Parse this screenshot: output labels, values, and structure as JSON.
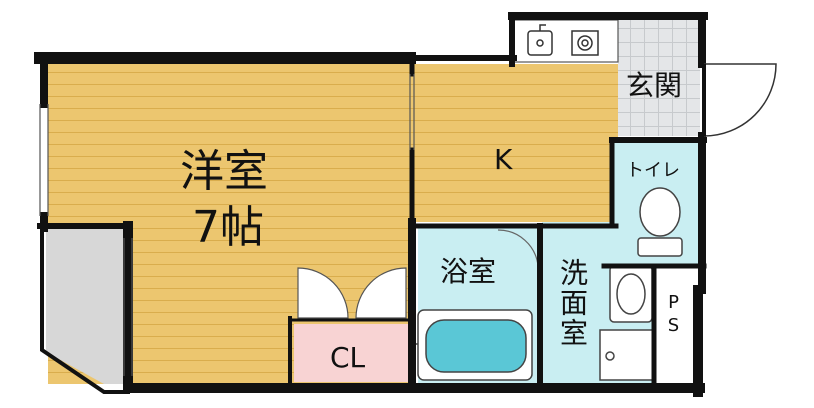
{
  "floorplan": {
    "rooms": {
      "western_room": {
        "label": "洋室",
        "size": "7帖"
      },
      "kitchen": {
        "label": "K"
      },
      "entrance": {
        "label": "玄関"
      },
      "toilet": {
        "label": "トイレ"
      },
      "bathroom": {
        "label": "浴室"
      },
      "washroom": {
        "label": "洗面室"
      },
      "closet": {
        "label": "CL"
      },
      "pipe_space": {
        "label": "PS"
      }
    },
    "colors": {
      "wood_floor": "#ecc66f",
      "wood_grain": "#d9ad4d",
      "tile": "#dde0e3",
      "wet_area": "#c9eef2",
      "closet": "#f8d3d3",
      "balcony": "#d7d7d7",
      "wall": "#111111"
    },
    "icons": [
      "sink-icon",
      "stove-icon",
      "toilet-icon",
      "washbasin-icon",
      "bathtub-icon",
      "washer-pan-icon",
      "entry-door-icon",
      "closet-door-icon"
    ]
  }
}
